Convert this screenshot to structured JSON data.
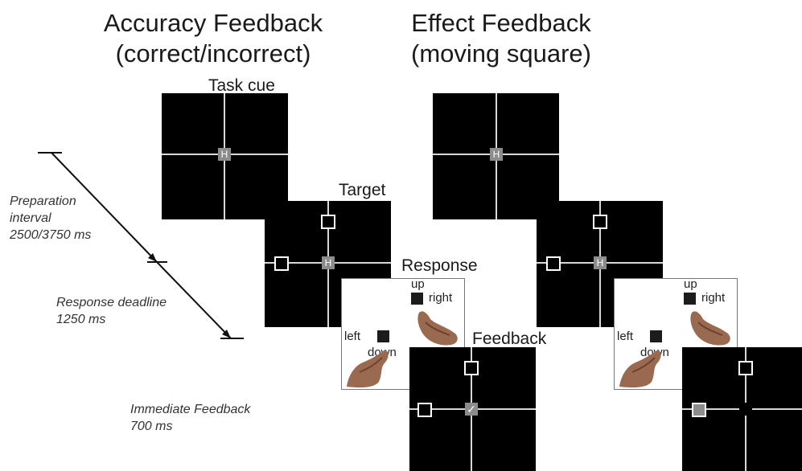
{
  "titles": {
    "accuracy": [
      "Accuracy Feedback",
      "(correct/incorrect)"
    ],
    "effect": [
      "Effect Feedback",
      "(moving square)"
    ]
  },
  "stage_labels": {
    "task_cue": "Task cue",
    "target": "Target",
    "response": "Response",
    "feedback": "Feedback"
  },
  "timeline": {
    "preparation": [
      "Preparation",
      "interval",
      "2500/3750 ms"
    ],
    "deadline": [
      "Response deadline",
      "1250 ms"
    ],
    "feedback": [
      "Immediate Feedback",
      "700 ms"
    ]
  },
  "screen": {
    "cue_letter": "H",
    "check_mark": "✓"
  },
  "response_panel": {
    "up": "up",
    "right": "right",
    "left": "left",
    "down": "down"
  }
}
